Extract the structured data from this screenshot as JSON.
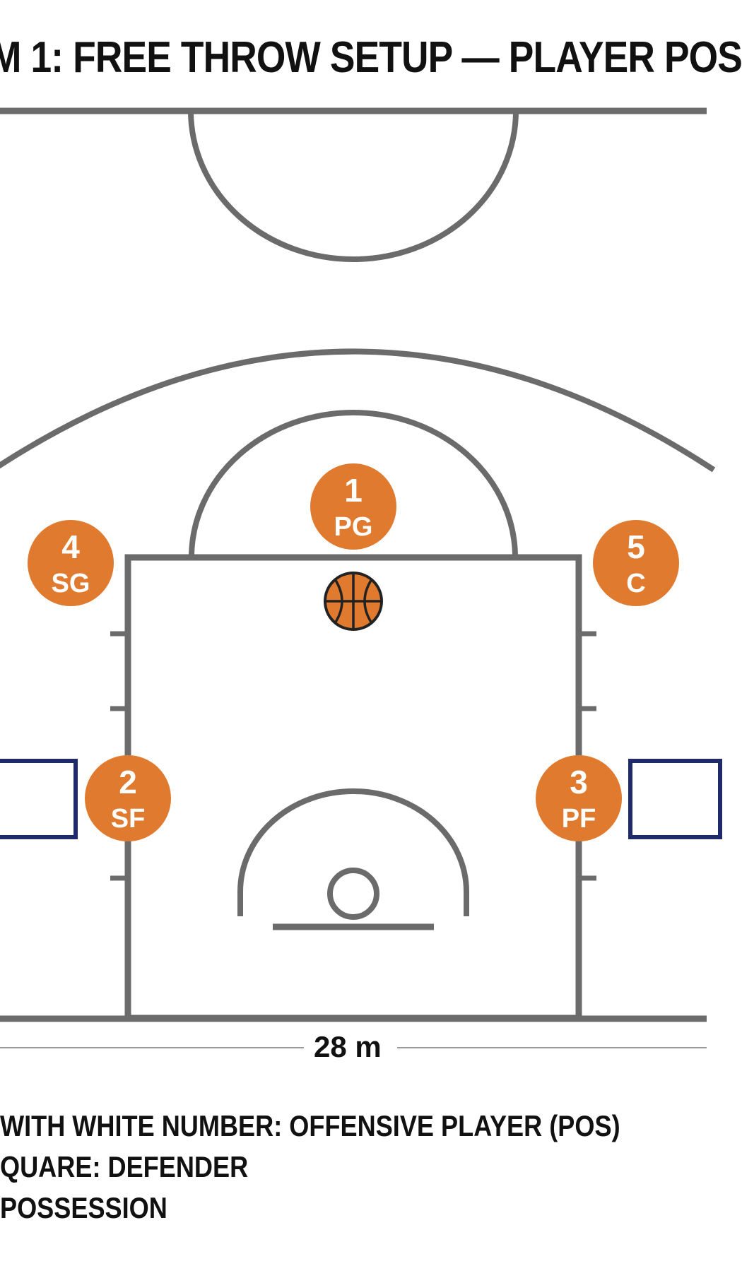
{
  "title": "M 1: FREE THROW SETUP — PLAYER POS",
  "dimension_label": "28 m",
  "colors": {
    "court_line": "#6b6b6b",
    "player_fill": "#e07a2e",
    "defender_stroke": "#1f2a6b",
    "text": "#111111"
  },
  "players": [
    {
      "number": "1",
      "position": "PG"
    },
    {
      "number": "4",
      "position": "SG"
    },
    {
      "number": "5",
      "position": "C"
    },
    {
      "number": "2",
      "position": "SF"
    },
    {
      "number": "3",
      "position": "PF"
    }
  ],
  "defenders_count": 2,
  "ball_icon": "basketball-icon",
  "legend": [
    " WITH WHITE NUMBER: OFFENSIVE PLAYER (POS)",
    "QUARE: DEFENDER",
    "POSSESSION"
  ]
}
